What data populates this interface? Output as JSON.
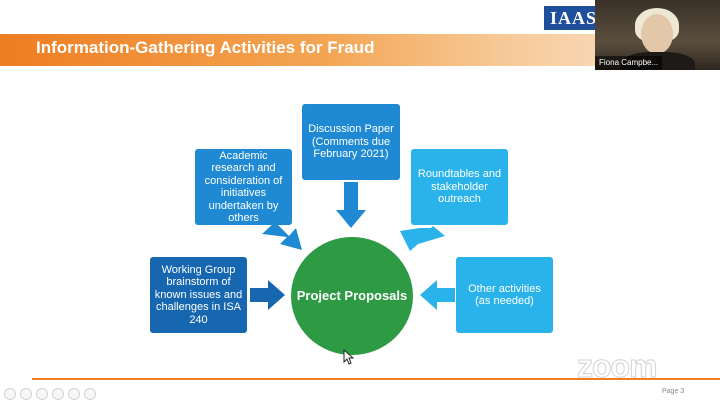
{
  "slide": {
    "logo_text": "IAAS",
    "title": "Information-Gathering Activities for Fraud",
    "page_number": "Page 3"
  },
  "video": {
    "participant_name": "Fiona Campbe..."
  },
  "diagram": {
    "center": "Project Proposals",
    "boxes": {
      "discussion_paper": "Discussion Paper (Comments due February 2021)",
      "academic_research": "Academic research and consideration of initiatives undertaken by others",
      "roundtables": "Roundtables and stakeholder outreach",
      "working_group": "Working Group brainstorm of known issues and challenges in ISA 240",
      "other_activities": "Other activities (as needed)"
    },
    "colors": {
      "center": "#2e9a44",
      "box_mid": "#1f8ad3",
      "box_light": "#2ab3ea",
      "box_dark": "#1666b0",
      "accent": "#ef7d22"
    }
  },
  "watermark": {
    "text": "zoom"
  },
  "toolbar": {
    "icons": [
      "back-icon",
      "forward-icon",
      "pen-icon",
      "copy-icon",
      "zoom-in-icon",
      "more-icon"
    ]
  }
}
